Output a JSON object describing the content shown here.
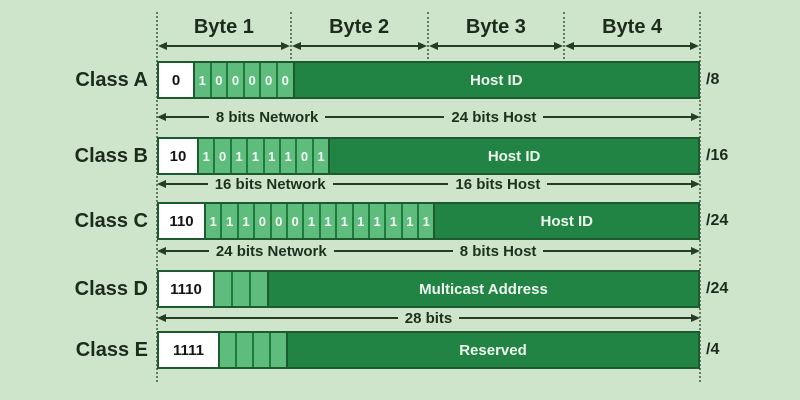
{
  "byte_header": {
    "labels": [
      "Byte 1",
      "Byte 2",
      "Byte 3",
      "Byte 4"
    ]
  },
  "classes": [
    {
      "name": "Class A",
      "prefix": "0",
      "network_bits": [
        "1",
        "0",
        "0",
        "0",
        "0",
        "0"
      ],
      "field_label": "Host ID",
      "cidr": "/8",
      "measures": [
        "8 bits Network",
        "24 bits Host"
      ]
    },
    {
      "name": "Class B",
      "prefix": "10",
      "network_bits": [
        "1",
        "0",
        "1",
        "1",
        "1",
        "1",
        "0",
        "1"
      ],
      "field_label": "Host ID",
      "cidr": "/16",
      "measures": [
        "16 bits Network",
        "16 bits Host"
      ]
    },
    {
      "name": "Class C",
      "prefix": "110",
      "network_bits": [
        "1",
        "1",
        "1",
        "0",
        "0",
        "0",
        "1",
        "1",
        "1",
        "1",
        "1",
        "1",
        "1",
        "1"
      ],
      "field_label": "Host ID",
      "cidr": "/24",
      "measures": [
        "24 bits Network",
        "8 bits Host"
      ]
    },
    {
      "name": "Class D",
      "prefix": "1110",
      "network_bits": [
        "",
        "",
        ""
      ],
      "field_label": "Multicast Address",
      "cidr": "/24",
      "measures": [
        "28 bits"
      ]
    },
    {
      "name": "Class E",
      "prefix": "1111",
      "network_bits": [
        "",
        "",
        "",
        ""
      ],
      "field_label": "Reserved",
      "cidr": "/4",
      "measures": []
    }
  ],
  "colors": {
    "background": "#cfe5cb",
    "bit_cell_green": "#5ebd7d",
    "field_green": "#218445",
    "bar_border": "#1e5a2f",
    "text_dark": "#1c2b1c",
    "text_light": "#eef7ee",
    "dotted_line": "#5f7b60",
    "arrow": "#253c25"
  }
}
